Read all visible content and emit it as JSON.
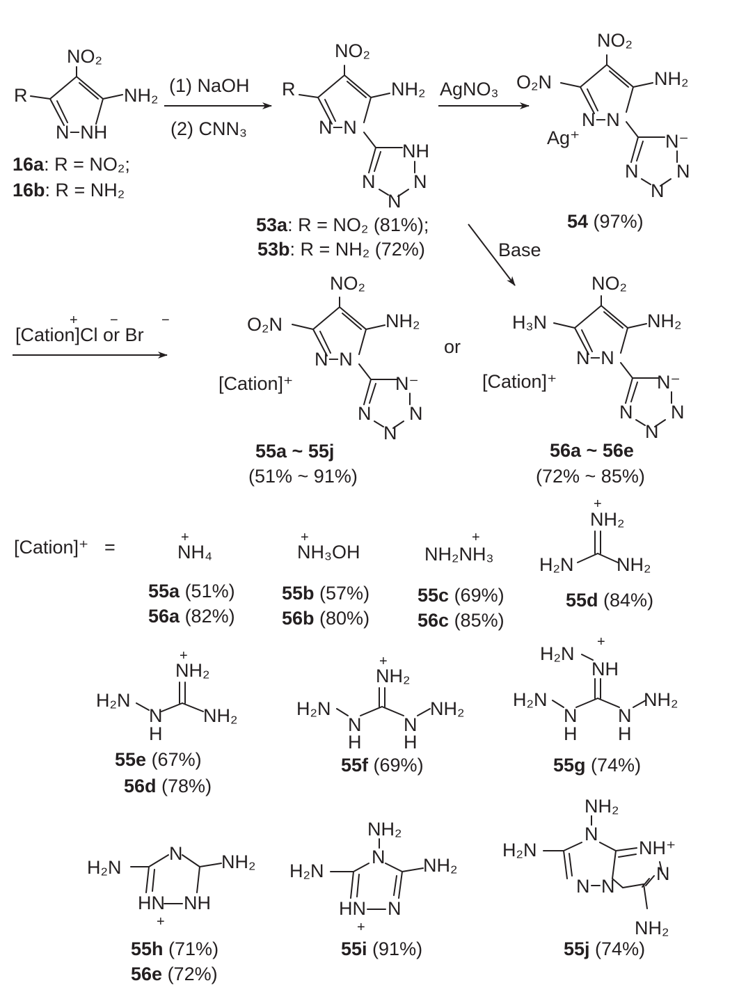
{
  "reagents": {
    "step1": "(1) NaOH",
    "step2": "(2) CNN₃",
    "silver": "AgNO₃",
    "base": "Base",
    "metathesis": "[Cation]Cl or Br",
    "plus": "+",
    "minus": "−"
  },
  "c16": {
    "no2": "NO₂",
    "r": "R",
    "nh2": "NH₂",
    "ring_n": "N−NH",
    "a_id": "16a",
    "a_def": ": R = NO₂;",
    "b_id": "16b",
    "b_def": ": R = NH₂"
  },
  "c53": {
    "no2": "NO₂",
    "r": "R",
    "nh2": "NH₂",
    "ring_n": "N−N",
    "t_nh": "NH",
    "t_n1": "N",
    "t_n2": "N",
    "t_n3": "N",
    "a_id": "53a",
    "a_def": ": R = NO₂ (81%);",
    "b_id": "53b",
    "b_def": ": R = NH₂ (72%)"
  },
  "c54": {
    "no2": "NO₂",
    "o2n": "O₂N",
    "nh2": "NH₂",
    "ring_n": "N−N",
    "ag": "Ag⁺",
    "t_nminus": "N⁻",
    "t_n1": "N",
    "t_n2": "N",
    "t_n3": "N",
    "id": "54",
    "yield": " (97%)"
  },
  "c55": {
    "no2": "NO₂",
    "o2n": "O₂N",
    "nh2": "NH₂",
    "ring_n": "N−N",
    "cation": "[Cation]⁺",
    "t_nminus": "N⁻",
    "t_n1": "N",
    "t_n2": "N",
    "t_n3": "N",
    "range_id": "55a ~ 55j",
    "range_yield": "(51% ~ 91%)"
  },
  "or": "or",
  "c56": {
    "no2": "NO₂",
    "h3n": "H₃N",
    "nh2": "NH₂",
    "ring_n": "N−N",
    "cation": "[Cation]⁺",
    "t_nminus": "N⁻",
    "t_n1": "N",
    "t_n2": "N",
    "t_n3": "N",
    "range_id": "56a ~ 56e",
    "range_yield": "(72% ~ 85%)"
  },
  "cations": {
    "label": "[Cation]⁺",
    "equals": "=",
    "ammonium": "NH₄",
    "hydroxylammonium": "NH₃OH",
    "hydrazinium": "NH₂NH₃",
    "guanidinium": {
      "top": "NH₂",
      "left": "H₂N",
      "right": "NH₂"
    },
    "aminoguanidinium": {
      "top": "NH₂",
      "left": "H₂N",
      "n": "N",
      "h": "H",
      "right": "NH₂"
    },
    "diaminoguanidinium": {
      "top": "NH₂",
      "left": "H₂N",
      "n1": "N",
      "h1": "H",
      "n2": "N",
      "h2": "H",
      "right": "NH₂"
    },
    "triaminoguanidinium": {
      "top_left": "H₂N",
      "top": "NH",
      "left": "H₂N",
      "n1": "N",
      "h1": "H",
      "n2": "N",
      "h2": "H",
      "right": "NH₂"
    },
    "diaminotriazolium": {
      "left": "H₂N",
      "n_top": "N",
      "right": "NH₂",
      "hn": "HN",
      "nh": "NH"
    },
    "triaminotriazolium": {
      "top": "NH₂",
      "n_top": "N",
      "left": "H₂N",
      "right": "NH₂",
      "hn": "HN",
      "n": "N"
    },
    "fused": {
      "top": "NH₂",
      "n_top": "N",
      "left": "H₂N",
      "nh": "NH⁺",
      "n_right": "N",
      "n_bl": "N",
      "n_bm": "N",
      "bottom": "NH₂"
    }
  },
  "yields": [
    {
      "id": "55a",
      "y": " (51%)"
    },
    {
      "id": "56a",
      "y": " (82%)"
    },
    {
      "id": "55b",
      "y": " (57%)"
    },
    {
      "id": "56b",
      "y": " (80%)"
    },
    {
      "id": "55c",
      "y": " (69%)"
    },
    {
      "id": "56c",
      "y": " (85%)"
    },
    {
      "id": "55d",
      "y": " (84%)"
    },
    {
      "id": "55e",
      "y": " (67%)"
    },
    {
      "id": "56d",
      "y": " (78%)"
    },
    {
      "id": "55f",
      "y": " (69%)"
    },
    {
      "id": "55g",
      "y": " (74%)"
    },
    {
      "id": "55h",
      "y": " (71%)"
    },
    {
      "id": "56e",
      "y": " (72%)"
    },
    {
      "id": "55i",
      "y": " (91%)"
    },
    {
      "id": "55j",
      "y": " (74%)"
    }
  ]
}
